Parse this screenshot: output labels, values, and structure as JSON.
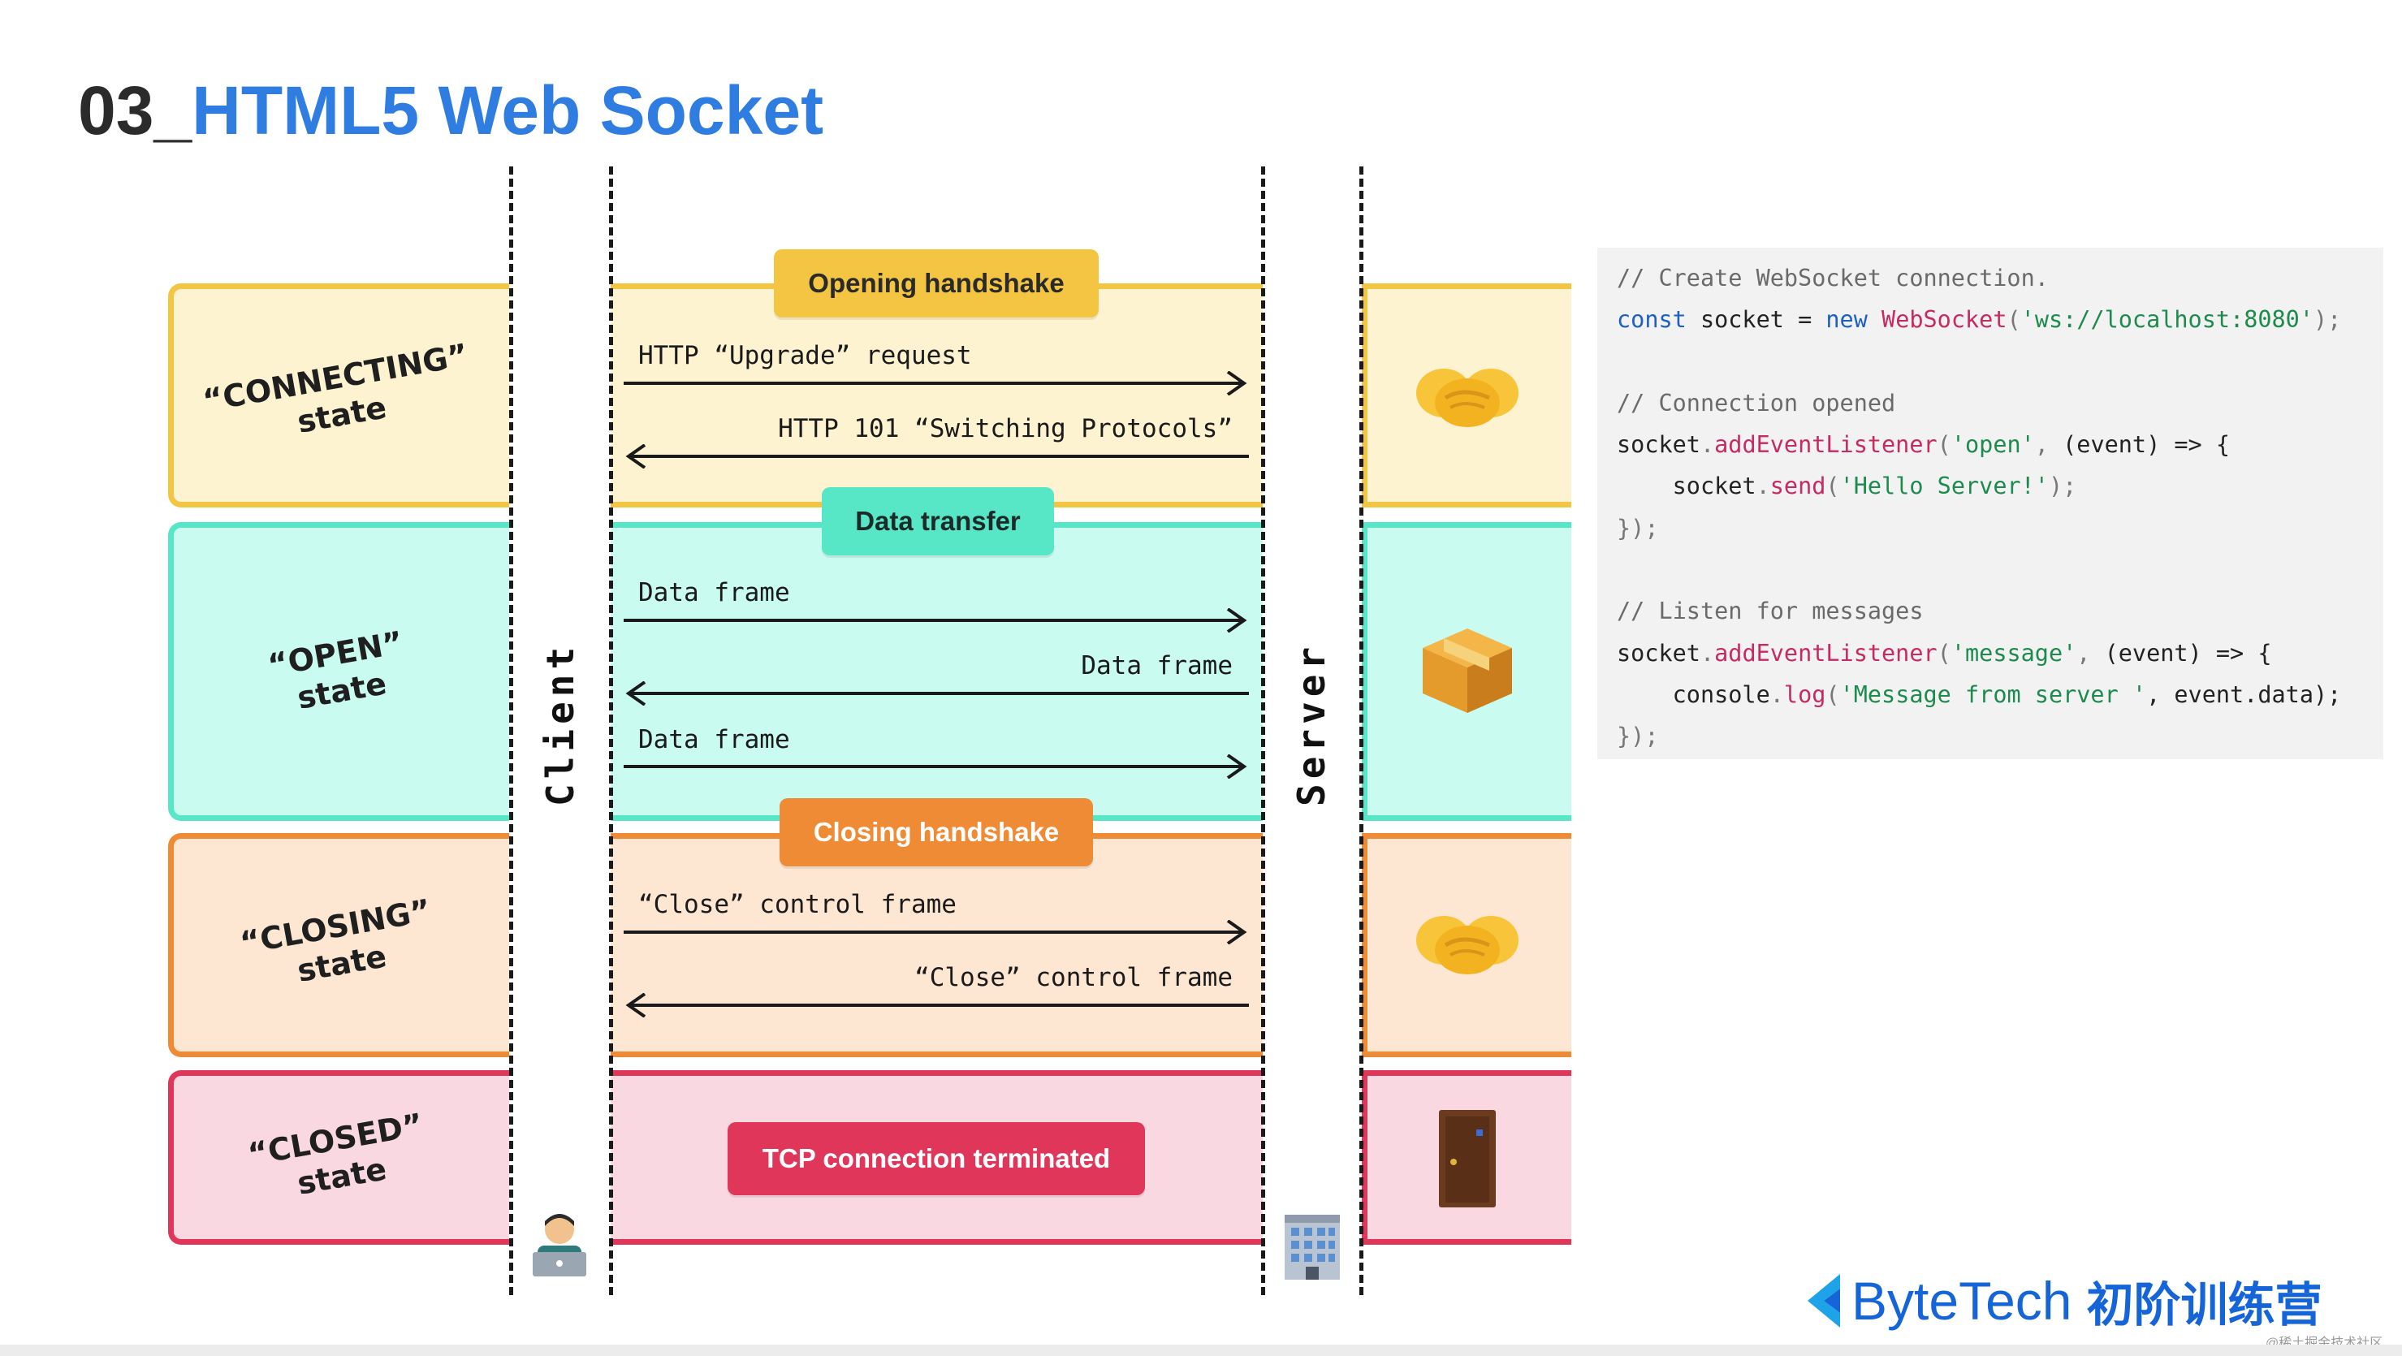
{
  "slide": {
    "title_number": "03_",
    "title_text": "HTML5 Web Socket"
  },
  "lifelines": {
    "client": "Client",
    "server": "Server"
  },
  "phases": [
    {
      "key": "connecting",
      "state_line1": "“CONNECTING”",
      "state_line2": "state",
      "pill": "Opening handshake",
      "color": "#f4c542",
      "messages": [
        {
          "text": "HTTP “Upgrade” request",
          "direction": "to-server"
        },
        {
          "text": "HTTP 101 “Switching Protocols”",
          "direction": "to-client"
        }
      ],
      "icon": "handshake-icon"
    },
    {
      "key": "open",
      "state_line1": "“OPEN”",
      "state_line2": "state",
      "pill": "Data transfer",
      "color": "#57e7c7",
      "messages": [
        {
          "text": "Data frame",
          "direction": "to-server"
        },
        {
          "text": "Data frame",
          "direction": "to-client"
        },
        {
          "text": "Data frame",
          "direction": "to-server"
        }
      ],
      "icon": "package-icon"
    },
    {
      "key": "closing",
      "state_line1": "“CLOSING”",
      "state_line2": "state",
      "pill": "Closing handshake",
      "color": "#f08b35",
      "messages": [
        {
          "text": "“Close” control frame",
          "direction": "to-server"
        },
        {
          "text": "“Close” control frame",
          "direction": "to-client"
        }
      ],
      "icon": "handshake-icon"
    },
    {
      "key": "closed",
      "state_line1": "“CLOSED”",
      "state_line2": "state",
      "pill": "TCP connection terminated",
      "color": "#e0365a",
      "messages": [],
      "icon": "door-icon"
    }
  ],
  "code_lines": [
    [
      {
        "t": "// Create WebSocket connection.",
        "c": "com"
      }
    ],
    [
      {
        "t": "const",
        "c": "kw"
      },
      {
        "t": " socket = ",
        "c": ""
      },
      {
        "t": "new",
        "c": "kw"
      },
      {
        "t": " ",
        "c": ""
      },
      {
        "t": "WebSocket",
        "c": "fn"
      },
      {
        "t": "(",
        "c": "pun"
      },
      {
        "t": "'ws://localhost:8080'",
        "c": "str"
      },
      {
        "t": ");",
        "c": "pun"
      }
    ],
    [],
    [
      {
        "t": "// Connection opened",
        "c": "com"
      }
    ],
    [
      {
        "t": "socket",
        "c": ""
      },
      {
        "t": ".",
        "c": "pun"
      },
      {
        "t": "addEventListener",
        "c": "fn"
      },
      {
        "t": "(",
        "c": "pun"
      },
      {
        "t": "'open'",
        "c": "str"
      },
      {
        "t": ", ",
        "c": "pun"
      },
      {
        "t": "(event) => {",
        "c": ""
      }
    ],
    [
      {
        "t": "    socket",
        "c": ""
      },
      {
        "t": ".",
        "c": "pun"
      },
      {
        "t": "send",
        "c": "fn"
      },
      {
        "t": "(",
        "c": "pun"
      },
      {
        "t": "'Hello Server!'",
        "c": "str"
      },
      {
        "t": ");",
        "c": "pun"
      }
    ],
    [
      {
        "t": "});",
        "c": "pun"
      }
    ],
    [],
    [
      {
        "t": "// Listen for messages",
        "c": "com"
      }
    ],
    [
      {
        "t": "socket",
        "c": ""
      },
      {
        "t": ".",
        "c": "pun"
      },
      {
        "t": "addEventListener",
        "c": "fn"
      },
      {
        "t": "(",
        "c": "pun"
      },
      {
        "t": "'message'",
        "c": "str"
      },
      {
        "t": ", ",
        "c": "pun"
      },
      {
        "t": "(event) => {",
        "c": ""
      }
    ],
    [
      {
        "t": "    console",
        "c": ""
      },
      {
        "t": ".",
        "c": "pun"
      },
      {
        "t": "log",
        "c": "fn"
      },
      {
        "t": "(",
        "c": "pun"
      },
      {
        "t": "'Message from server '",
        "c": "str"
      },
      {
        "t": ", event.data);",
        "c": ""
      }
    ],
    [
      {
        "t": "});",
        "c": "pun"
      }
    ]
  ],
  "brand": {
    "name": "ByteTech",
    "cn": "初阶训练营",
    "color": "#1565d8"
  },
  "watermark": "@稀土掘金技术社区",
  "icons": {
    "client": "developer-icon",
    "server": "office-building-icon"
  }
}
